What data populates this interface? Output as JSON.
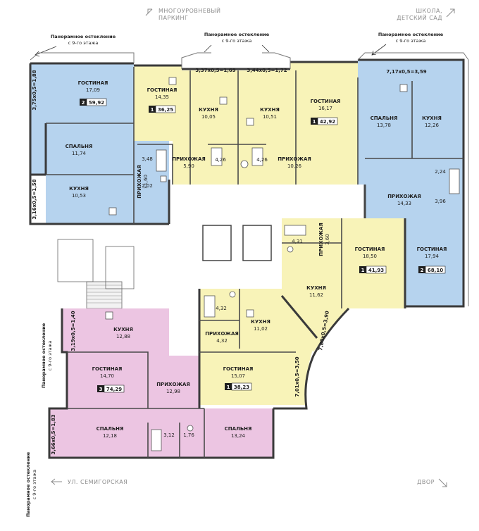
{
  "headers": {
    "parking": [
      "МНОГОУРОВНЕВЫЙ",
      "ПАРКИНГ"
    ],
    "school": [
      "ШКОЛА,",
      "ДЕТСКИЙ САД"
    ],
    "street": "УЛ. СЕМИГОРСКАЯ",
    "yard": "ДВОР"
  },
  "glazing_notes": [
    {
      "line1": "Панорамное остекление",
      "line2": "с 9-го этажа"
    },
    {
      "line1": "Панорамное остекление",
      "line2": "с 9-го этажа"
    },
    {
      "line1": "Панорамное остекление",
      "line2": "с 9-го этажа"
    },
    {
      "line1": "Панорамное остекление",
      "line2": "с 9-го этажа"
    },
    {
      "line1": "Панорамное остекление",
      "line2": "с 9-го этажа"
    }
  ],
  "apartments": [
    {
      "rooms": "2",
      "area": "59,92",
      "color": "#b6d3ee"
    },
    {
      "rooms": "1",
      "area": "36,25",
      "color": "#f8f3b8"
    },
    {
      "rooms": "1",
      "area": "42,92",
      "color": "#f8f3b8"
    },
    {
      "rooms": "1",
      "area": "41,93",
      "color": "#f8f3b8"
    },
    {
      "rooms": "2",
      "area": "68,10",
      "color": "#b6d3ee"
    },
    {
      "rooms": "1",
      "area": "38,23",
      "color": "#f8f3b8"
    },
    {
      "rooms": "3",
      "area": "74,29",
      "color": "#ecc5e2"
    }
  ],
  "rooms": [
    {
      "name": "ГОСТИНАЯ",
      "area": "17,09"
    },
    {
      "name": "СПАЛЬНЯ",
      "area": "11,74"
    },
    {
      "name": "КУХНЯ",
      "area": "10,53"
    },
    {
      "name": "ПРИХОЖАЯ",
      "area": "11,60"
    },
    {
      "name": "ГОСТИНАЯ",
      "area": "14,35"
    },
    {
      "name": "КУХНЯ",
      "area": "10,05"
    },
    {
      "name": "ПРИХОЖАЯ",
      "area": "5,90"
    },
    {
      "name": "КУХНЯ",
      "area": "10,51"
    },
    {
      "name": "ГОСТИНАЯ",
      "area": "16,17"
    },
    {
      "name": "ПРИХОЖАЯ",
      "area": "10,26"
    },
    {
      "name": "СПАЛЬНЯ",
      "area": "13,78"
    },
    {
      "name": "КУХНЯ",
      "area": "12,26"
    },
    {
      "name": "ПРИХОЖАЯ",
      "area": "14,33"
    },
    {
      "name": "ГОСТИНАЯ",
      "area": "17,94"
    },
    {
      "name": "ГОСТИНАЯ",
      "area": "18,50"
    },
    {
      "name": "КУХНЯ",
      "area": "11,62"
    },
    {
      "name": "ПРИХОЖАЯ",
      "area": "3,60"
    },
    {
      "name": "КУХНЯ",
      "area": "11,02"
    },
    {
      "name": "ПРИХОЖАЯ",
      "area": "4,32"
    },
    {
      "name": "ГОСТИНАЯ",
      "area": "15,07"
    },
    {
      "name": "КУХНЯ",
      "area": "12,88"
    },
    {
      "name": "ГОСТИНАЯ",
      "area": "14,70"
    },
    {
      "name": "ПРИХОЖАЯ",
      "area": "12,98"
    },
    {
      "name": "СПАЛЬНЯ",
      "area": "12,18"
    },
    {
      "name": "СПАЛЬНЯ",
      "area": "13,24"
    }
  ],
  "small_areas": [
    "3,48",
    "2,02",
    "4,26",
    "4,26",
    "2,24",
    "3,96",
    "4,31",
    "4,32",
    "3,12",
    "1,76"
  ],
  "balconies": [
    "3,75x0,5=1,88",
    "3,16x0,5=1,58",
    "3,37x0,5=1,69",
    "3,44x0,5=1,72",
    "7,17x0,5=3,59",
    "3,19x0,5=1,40",
    "3,66x0,5=1,83",
    "7,01x0,5=3,50",
    "7,80x0,5=3,90"
  ],
  "colors": {
    "blue": "#b6d3ee",
    "yellow": "#f8f3b8",
    "pink": "#ecc5e2",
    "wall": "#3a3a3a",
    "stair": "#f2f2f2"
  },
  "icons": [
    "arrow-up-left-icon",
    "arrow-up-right-icon",
    "arrow-left-icon",
    "arrow-down-right-icon"
  ]
}
